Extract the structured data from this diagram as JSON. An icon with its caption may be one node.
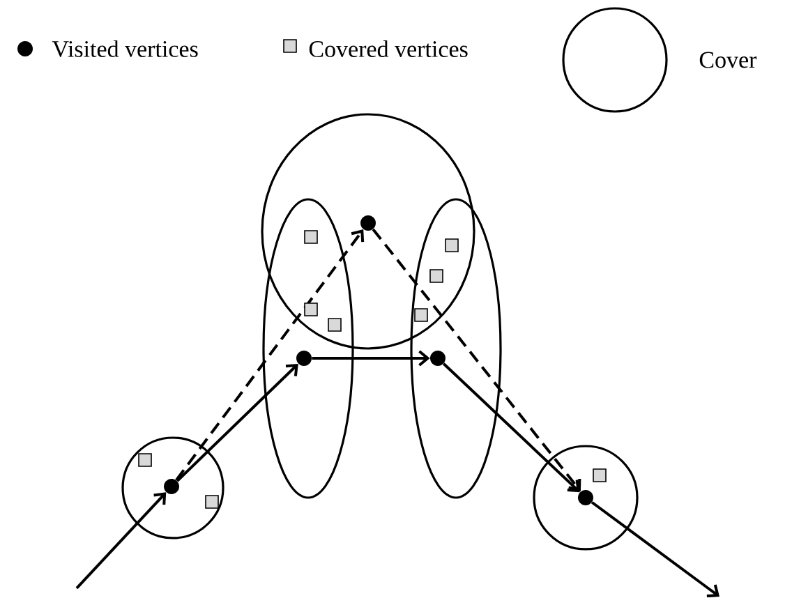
{
  "diagram": {
    "nodes": [
      {
        "text": [],
        "shape": "circle"
      },
      {
        "text": [],
        "shape": "circle"
      },
      {
        "text": [],
        "shape": "circle"
      },
      {
        "text": [],
        "shape": "circle"
      },
      {
        "text": [],
        "shape": "circle"
      }
    ],
    "edges": [
      {
        "from": null,
        "to": 0,
        "arrow": "to"
      },
      {
        "from": 0,
        "to": 1,
        "arrow": "to"
      },
      {
        "from": 1,
        "to": 3,
        "arrow": "to"
      },
      {
        "from": 3,
        "to": 4,
        "arrow": "to"
      },
      {
        "from": 0,
        "to": 2,
        "arrow": "to",
        "style": "dashed"
      },
      {
        "from": 2,
        "to": 4,
        "arrow": "to",
        "style": "dashed"
      },
      {
        "from": 4,
        "to": null,
        "arrow": "to"
      }
    ],
    "legend": [
      {
        "text": "Visited vertices"
      },
      {
        "text": "Covered vertices"
      },
      {
        "text": "Cover"
      }
    ]
  }
}
